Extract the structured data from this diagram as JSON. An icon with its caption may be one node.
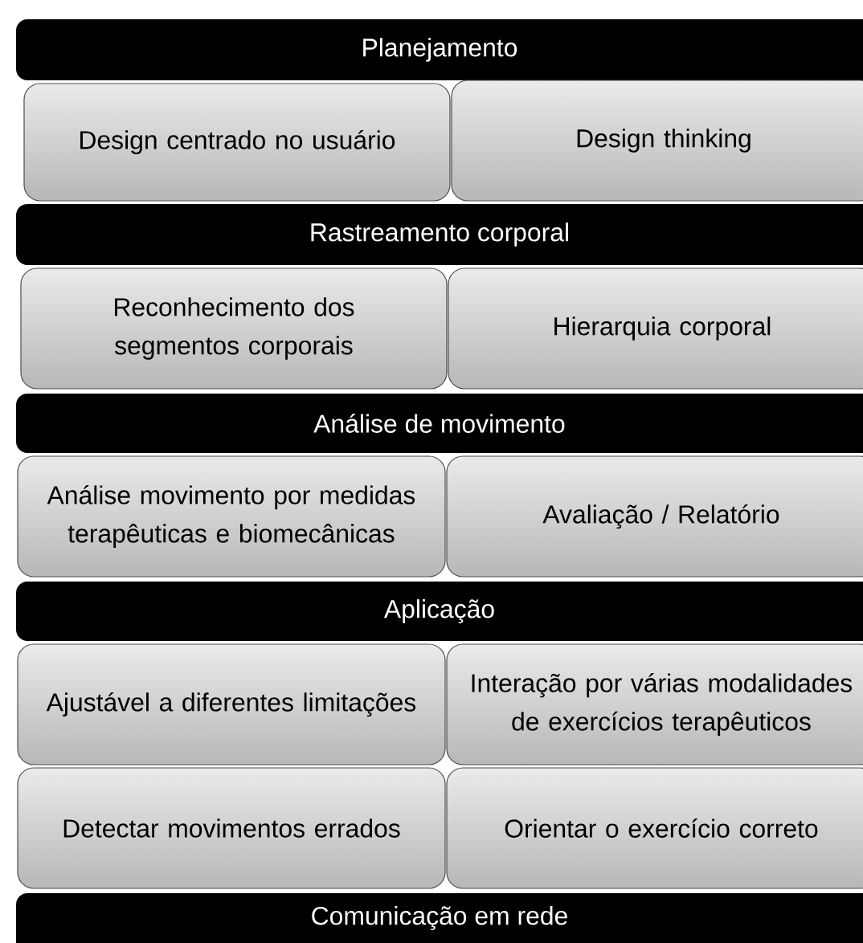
{
  "diagram": {
    "nodes": [
      {
        "text": [
          "Planejamento"
        ]
      },
      {
        "text": [
          "Design centrado no usuário"
        ]
      },
      {
        "text": [
          "Design thinking"
        ]
      },
      {
        "text": [
          "Rastreamento corporal"
        ]
      },
      {
        "text": [
          "Reconhecimento dos segmentos corporais"
        ]
      },
      {
        "text": [
          "Hierarquia corporal"
        ]
      },
      {
        "text": [
          "Análise de movimento"
        ]
      },
      {
        "text": [
          "Análise movimento por medidas terapêuticas e biomecânicas"
        ]
      },
      {
        "text": [
          "Avaliação / Relatório"
        ]
      },
      {
        "text": [
          "Aplicação"
        ]
      },
      {
        "text": [
          "Ajustável a diferentes limitações"
        ]
      },
      {
        "text": [
          "Interação por várias modalidades de exercícios terapêuticos"
        ]
      },
      {
        "text": [
          "Detectar movimentos errados"
        ]
      },
      {
        "text": [
          "Orientar o exercício correto"
        ]
      },
      {
        "text": [
          "Comunicação em rede"
        ]
      }
    ]
  }
}
